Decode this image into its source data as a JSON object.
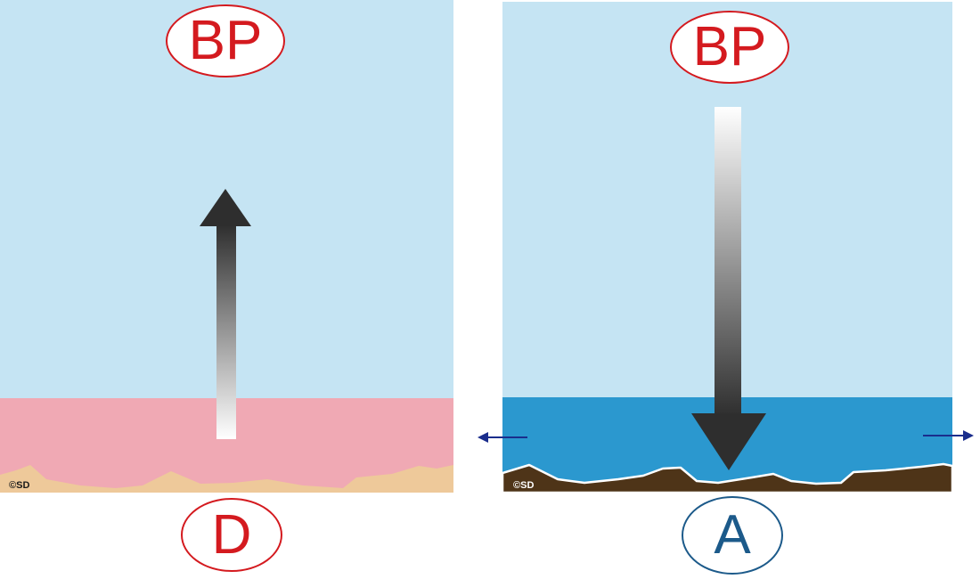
{
  "left_panel": {
    "pressure_label": "BP",
    "surface_label": "D",
    "copyright": "©SD",
    "colors": {
      "sky": "#c5e4f3",
      "layer": "#f0a9b4",
      "ground": "#eec99a",
      "label": "#d41a1f"
    }
  },
  "right_panel": {
    "pressure_label": "BP",
    "surface_label": "A",
    "copyright": "©SD",
    "colors": {
      "sky": "#c5e4f3",
      "water": "#2b98cf",
      "ground": "#4e3418",
      "label_top": "#d41a1f",
      "label_bottom": "#1c5a8a",
      "arrows": "#1a2d8c"
    }
  }
}
